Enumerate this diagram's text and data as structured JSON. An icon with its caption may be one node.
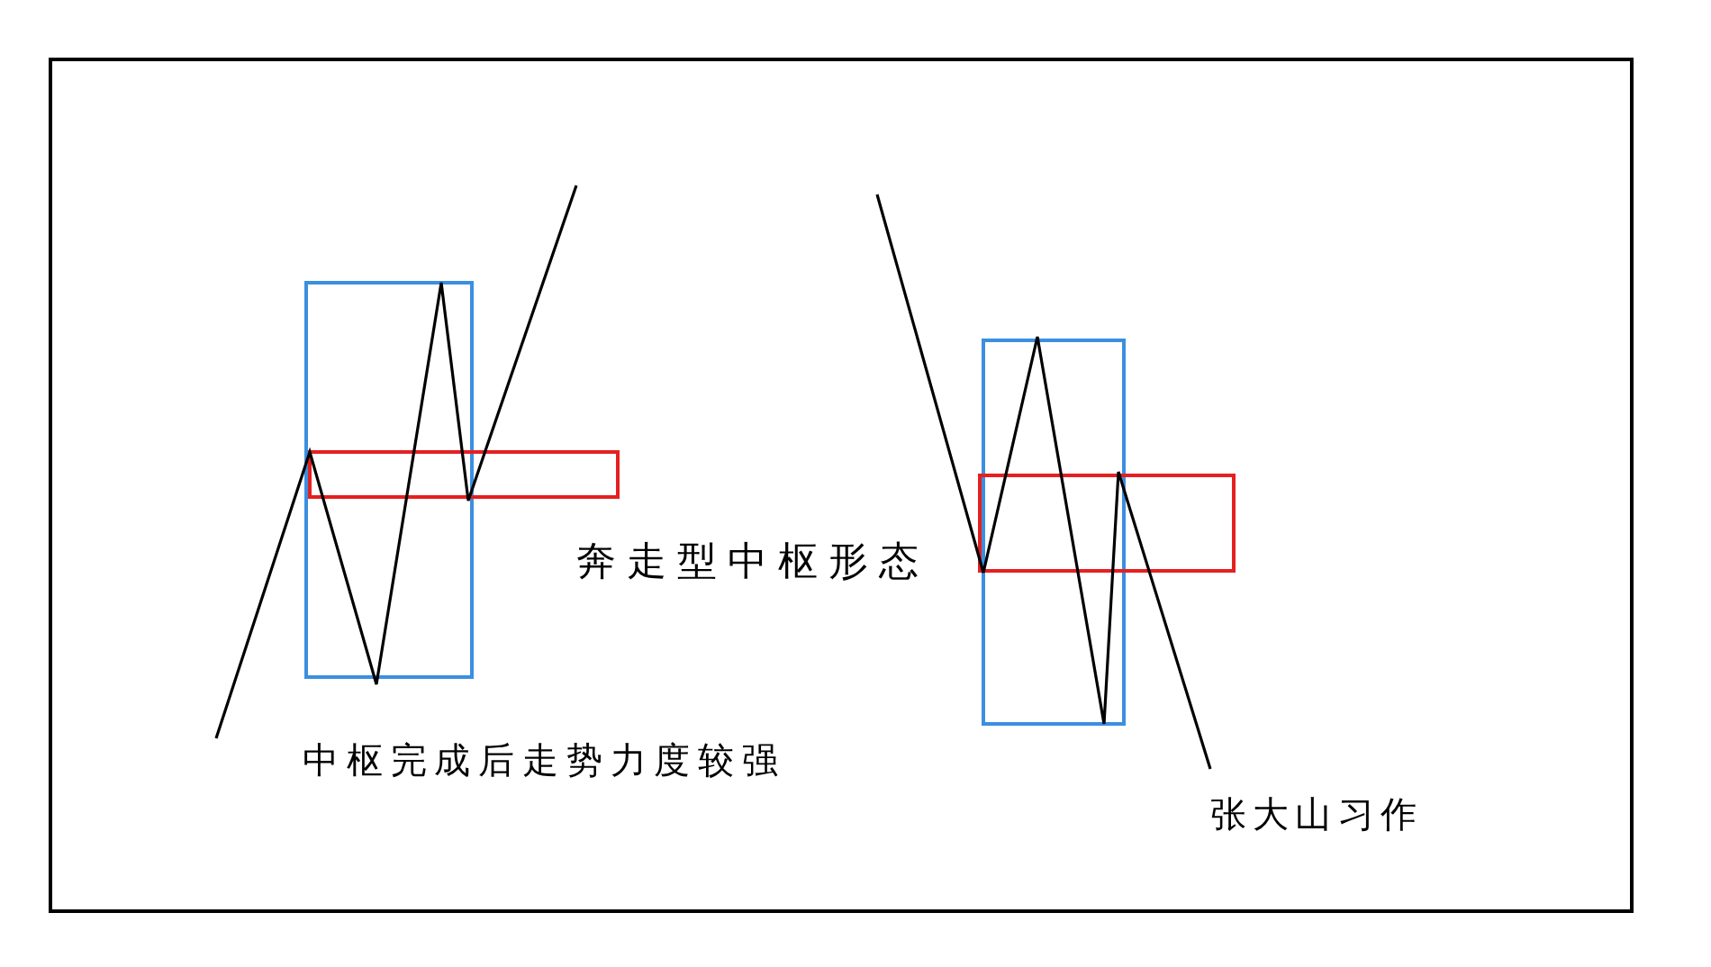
{
  "diagram": {
    "labels": [
      "奔走型中枢形态",
      "中枢完成后走势力度较强",
      "张大山习作"
    ]
  }
}
